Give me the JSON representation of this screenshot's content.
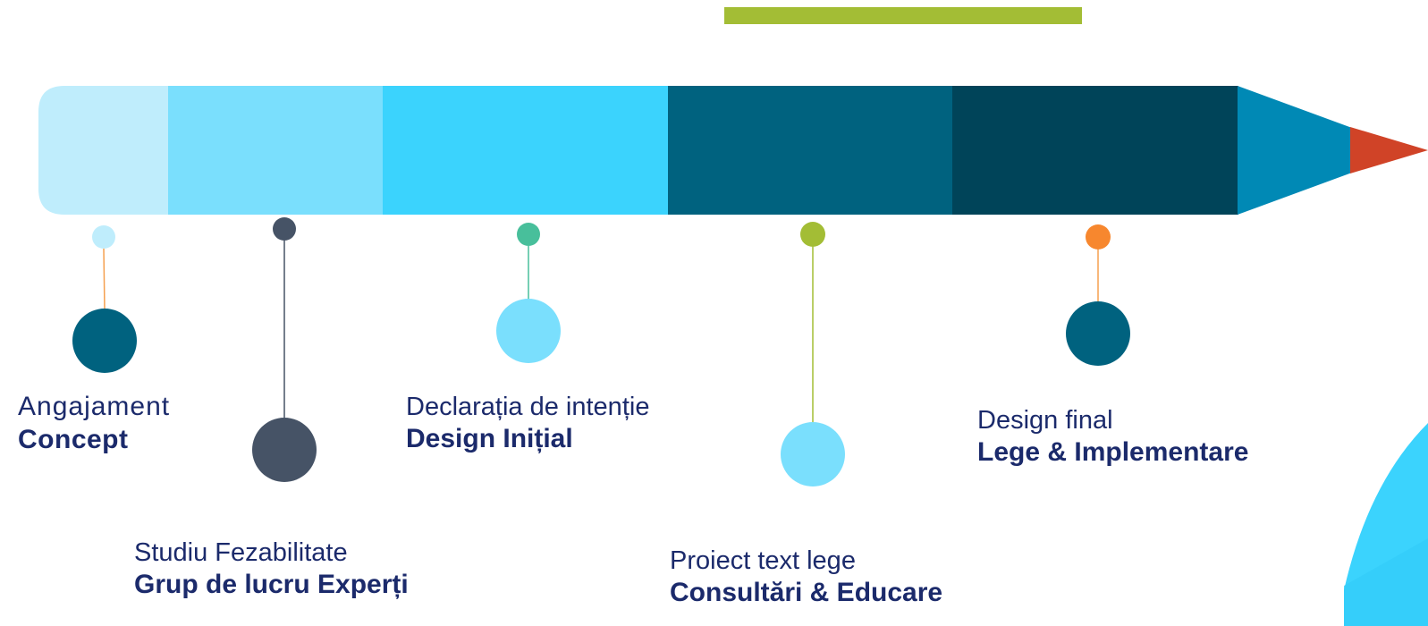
{
  "colors": {
    "accent_green": "#a3bd35",
    "text_navy": "#1b2a6b",
    "segment_1": "#bfedfc",
    "segment_2": "#7adffd",
    "segment_3": "#3bd3fd",
    "segment_4": "#00627f",
    "segment_5": "#004459",
    "tip_wood": "#0089b5",
    "tip_lead": "#d04327"
  },
  "stages": [
    {
      "label": "Angajament",
      "title": "Concept"
    },
    {
      "label": "Studiu Fezabilitate",
      "title": "Grup de lucru Experți"
    },
    {
      "label": "Declarația de intenție",
      "title": "Design Inițial"
    },
    {
      "label": "Proiect text lege",
      "title": "Consultări & Educare"
    },
    {
      "label": "Design final",
      "title": "Lege & Implementare"
    }
  ]
}
